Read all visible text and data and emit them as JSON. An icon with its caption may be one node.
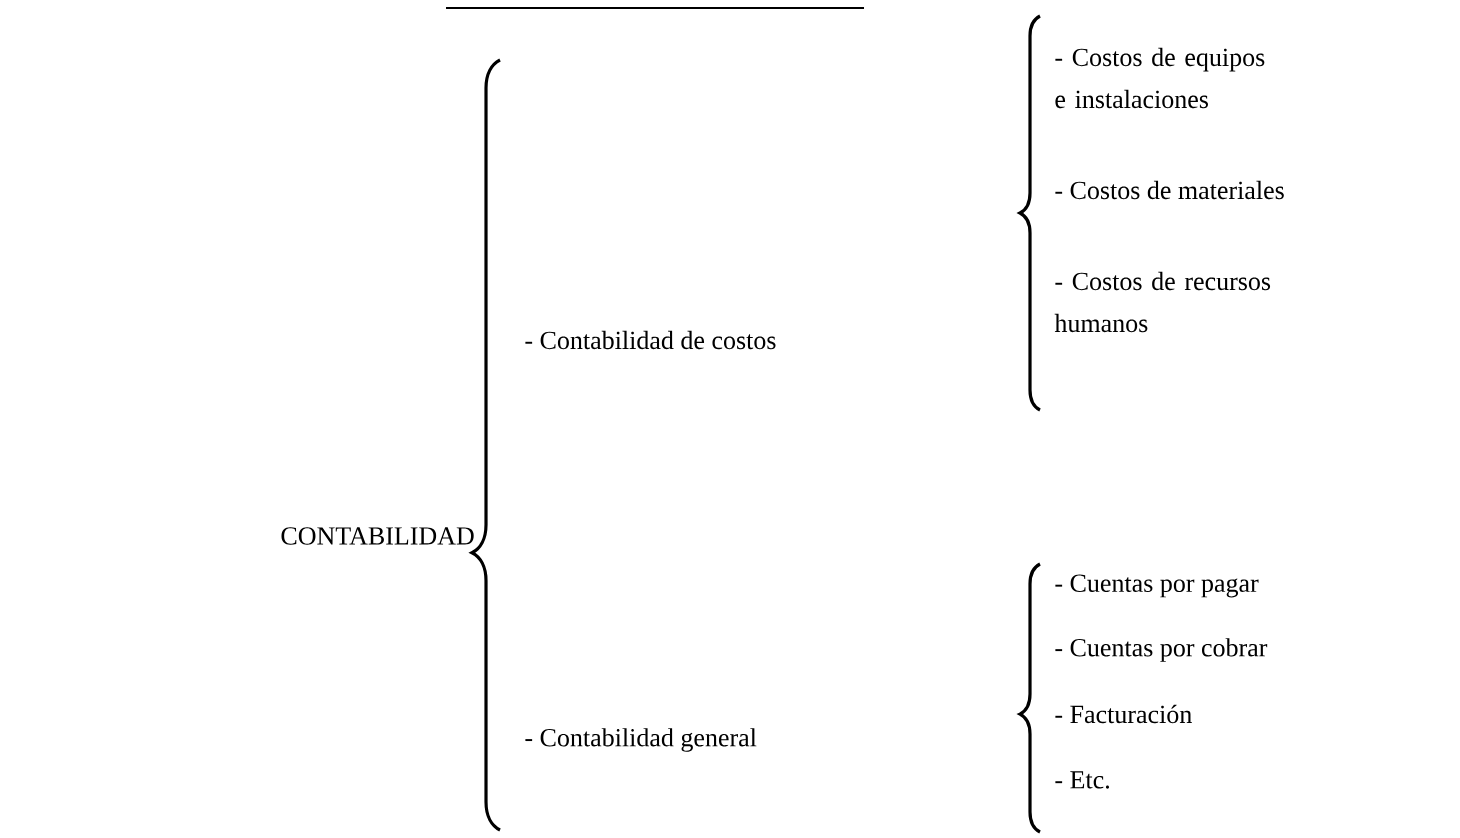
{
  "diagram": {
    "labels": [
      "CONTABILIDAD",
      "- Contabilidad de costos",
      "- Costos de equipos e instalaciones",
      "- Costos de materiales",
      "- Costos de recursos humanos",
      "- Contabilidad general",
      "- Cuentas por pagar",
      "- Cuentas por cobrar",
      "- Facturación",
      "- Etc."
    ]
  }
}
